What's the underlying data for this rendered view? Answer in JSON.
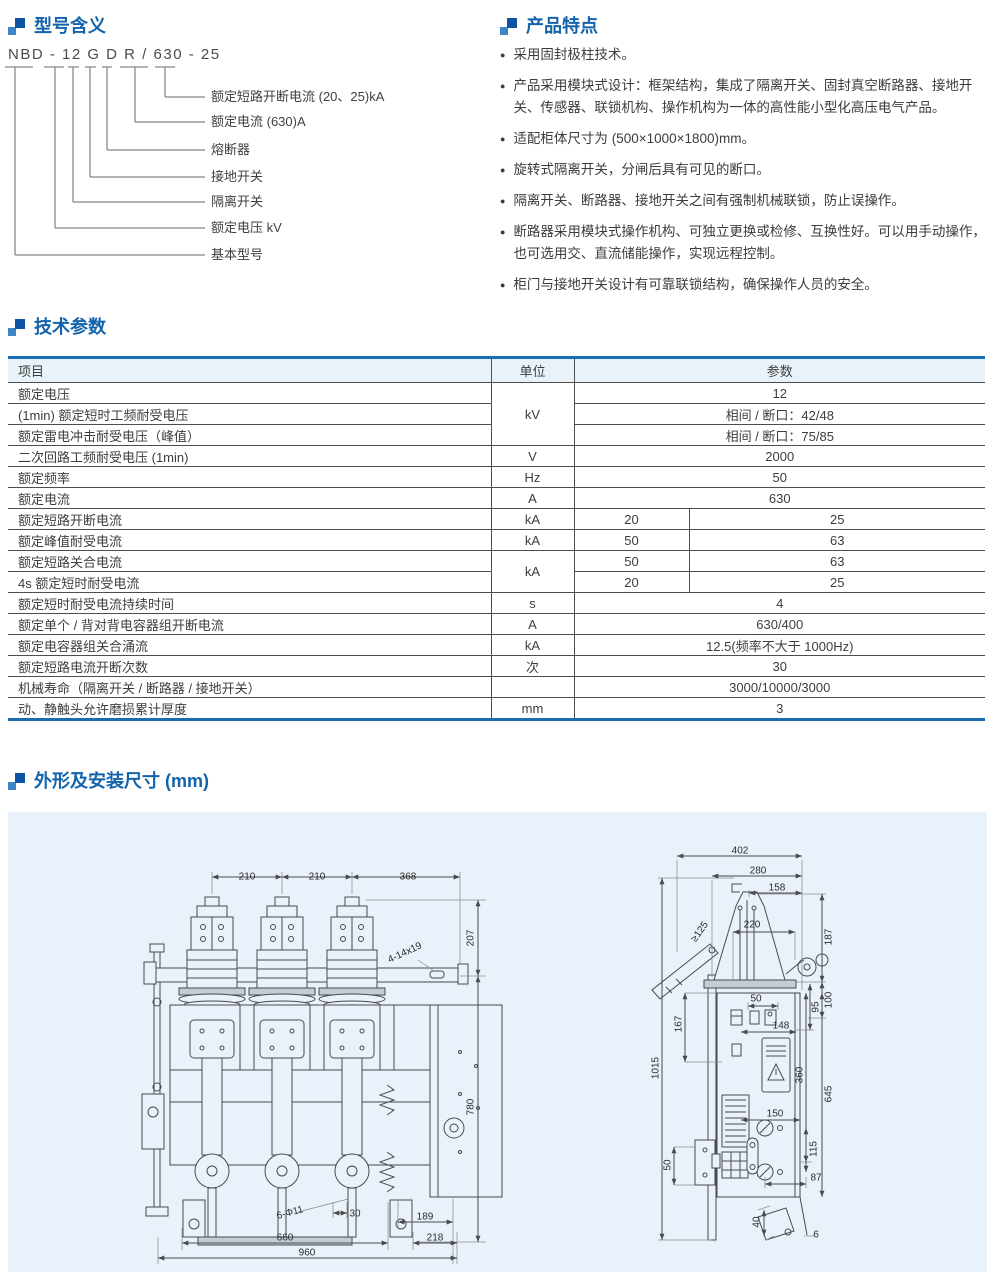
{
  "theme": {
    "accent": "#1263ab",
    "panel_bg": "#e9f2fa",
    "table_header_bg": "#e9f2f9",
    "table_border": "#1a6cb4",
    "line": "#4a4a4a"
  },
  "model": {
    "title": "型号含义",
    "code": "NBD - 12 G D R / 630 - 25",
    "labels": [
      "额定短路开断电流 (20、25)kA",
      "额定电流 (630)A",
      "熔断器",
      "接地开关",
      "隔离开关",
      "额定电压 kV",
      "基本型号"
    ]
  },
  "features": {
    "title": "产品特点",
    "bullet": "●",
    "items": [
      "采用固封极柱技术。",
      "产品采用模块式设计：框架结构，集成了隔离开关、固封真空断路器、接地开关、传感器、联锁机构、操作机构为一体的高性能小型化高压电气产品。",
      "适配柜体尺寸为 (500×1000×1800)mm。",
      "旋转式隔离开关，分闸后具有可见的断口。",
      "隔离开关、断路器、接地开关之间有强制机械联锁，防止误操作。",
      "断路器采用模块式操作机构、可独立更换或检修、互换性好。可以用手动操作，也可选用交、直流储能操作，实现远程控制。",
      "柜门与接地开关设计有可靠联锁结构，确保操作人员的安全。"
    ]
  },
  "params": {
    "title": "技术参数",
    "headers": [
      "项目",
      "单位",
      "参数"
    ],
    "rows": [
      {
        "item": "额定电压",
        "unit": "kV",
        "value": "12"
      },
      {
        "item": "(1min) 额定短时工频耐受电压",
        "value": "相间 / 断口：42/48"
      },
      {
        "item": "额定雷电冲击耐受电压（峰值）",
        "value": "相间 / 断口：75/85"
      },
      {
        "item": "二次回路工频耐受电压 (1min)",
        "unit": "V",
        "value": "2000"
      },
      {
        "item": "额定频率",
        "unit": "Hz",
        "value": "50"
      },
      {
        "item": "额定电流",
        "unit": "A",
        "value": "630"
      },
      {
        "item": "额定短路开断电流",
        "unit": "kA",
        "v1": "20",
        "v2": "25"
      },
      {
        "item": "额定峰值耐受电流",
        "unit": "kA",
        "v1": "50",
        "v2": "63"
      },
      {
        "item": "额定短路关合电流",
        "unit": "kA",
        "v1": "50",
        "v2": "63"
      },
      {
        "item": "4s 额定短时耐受电流",
        "v1": "20",
        "v2": "25"
      },
      {
        "item": "额定短时耐受电流持续时间",
        "unit": "s",
        "value": "4"
      },
      {
        "item": "额定单个 / 背对背电容器组开断电流",
        "unit": "A",
        "value": "630/400"
      },
      {
        "item": "额定电容器组关合涌流",
        "unit": "kA",
        "value": "12.5(频率不大于 1000Hz)"
      },
      {
        "item": "额定短路电流开断次数",
        "unit": "次",
        "value": "30"
      },
      {
        "item": "机械寿命（隔离开关 / 断路器 / 接地开关）",
        "unit": "",
        "value": "3000/10000/3000"
      },
      {
        "item": "动、静触头允许磨损累计厚度",
        "unit": "mm",
        "value": "3"
      }
    ]
  },
  "dims": {
    "title": "外形及安装尺寸 (mm)",
    "front": [
      "210",
      "210",
      "368",
      "207",
      "4-14x19",
      "780",
      "6-Φ11",
      "30",
      "189",
      "660",
      "218",
      "960"
    ],
    "side": [
      "402",
      "280",
      "158",
      "220",
      "≥125",
      "187",
      "100",
      "95",
      "50",
      "148",
      "167",
      "1015",
      "360",
      "645",
      "150",
      "115",
      "87",
      "50",
      "40",
      "6"
    ]
  }
}
